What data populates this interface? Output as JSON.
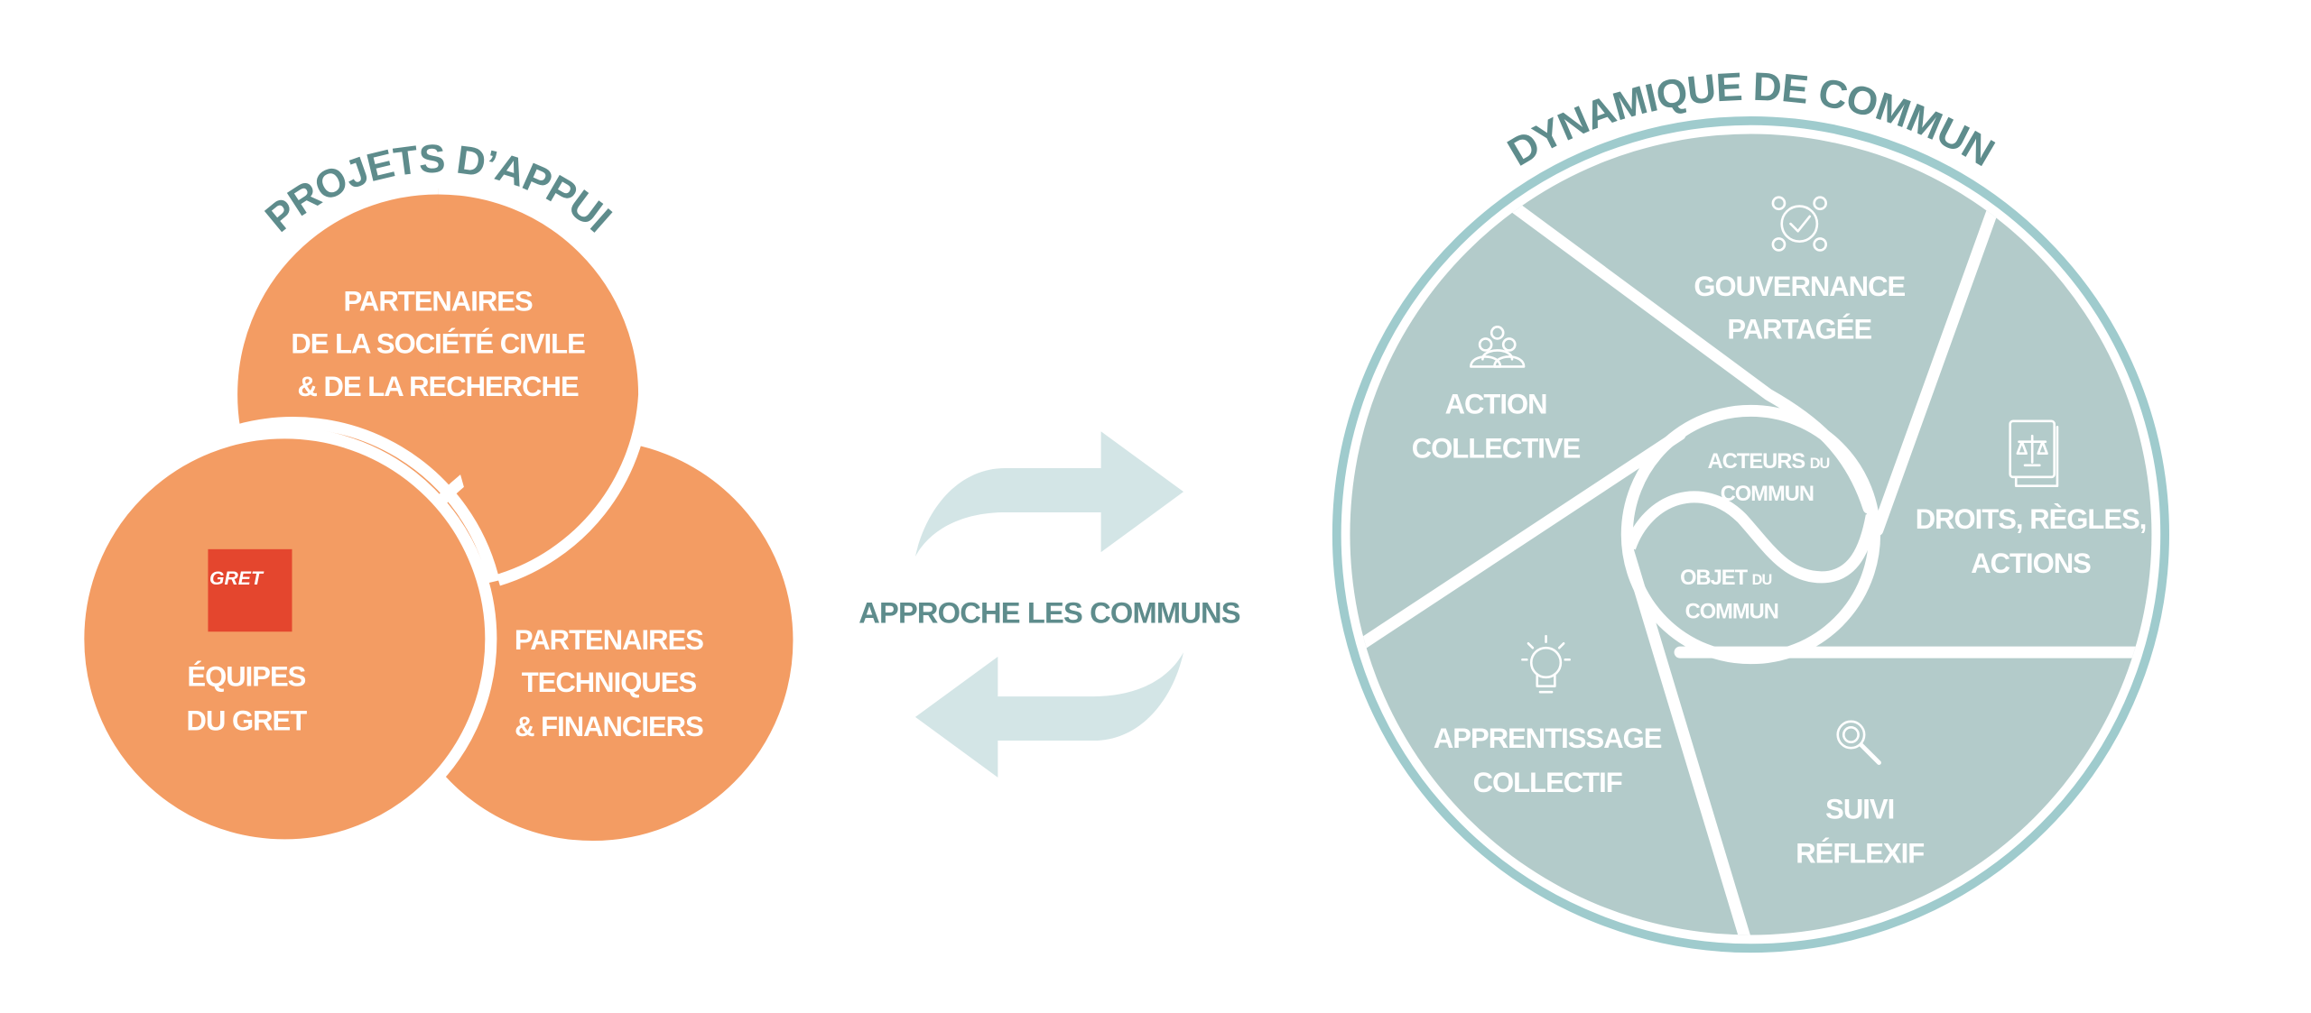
{
  "left": {
    "title": "PROJETS D’APPUI",
    "top_circle": [
      "PARTENAIRES",
      "DE LA SOCIÉTÉ CIVILE",
      "& DE LA RECHERCHE"
    ],
    "left_circle": [
      "ÉQUIPES",
      "DU GRET"
    ],
    "right_circle": [
      "PARTENAIRES",
      "TECHNIQUES",
      "& FINANCIERS"
    ],
    "logo_text": "GRET"
  },
  "middle": {
    "label": "APPROCHE LES COMMUNS"
  },
  "right": {
    "title": "DYNAMIQUE DE COMMUN",
    "segments": {
      "gouvernance": [
        "GOUVERNANCE",
        "PARTAGÉE"
      ],
      "action": [
        "ACTION",
        "COLLECTIVE"
      ],
      "droits": [
        "DROITS, RÈGLES,",
        "ACTIONS"
      ],
      "apprentissage": [
        "APPRENTISSAGE",
        "COLLECTIF"
      ],
      "suivi": [
        "SUIVI",
        "RÉFLEXIF"
      ]
    },
    "center": {
      "acteurs": {
        "main": "ACTEURS",
        "small": "DU",
        "line2": "COMMUN"
      },
      "objet": {
        "main": "OBJET",
        "small": "DU",
        "line2": "COMMUN"
      }
    }
  },
  "colors": {
    "orange": "#f39c63",
    "gret_red": "#e4462e",
    "teal_fill": "#b3cbca",
    "teal_ring": "#9fcbcd",
    "arrow": "#d3e5e6",
    "title": "#5e8c8c"
  }
}
